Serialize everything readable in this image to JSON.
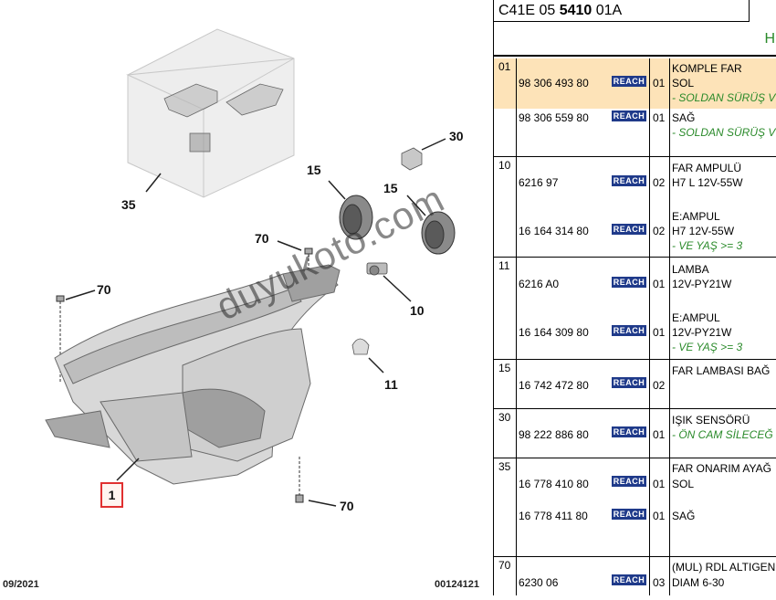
{
  "diagram": {
    "callouts": [
      "30",
      "15",
      "15",
      "35",
      "70",
      "70",
      "10",
      "11",
      "1",
      "70"
    ],
    "footer_left": "09/2021",
    "footer_right": "00124121",
    "watermark": "duyukoto.com"
  },
  "panel": {
    "doc_code_prefix": "C41E 05 ",
    "doc_code_bold": "5410",
    "doc_code_suffix": " 01A",
    "subheader": "H",
    "groups": [
      {
        "num": "01",
        "rows": [
          {
            "part": "98 306 493 80",
            "badge": "REACH",
            "qty": "01",
            "lines": [
              {
                "t": "KOMPLE FAR",
                "g": false
              },
              {
                "t": "SOL",
                "g": false
              },
              {
                "t": "- SOLDAN SÜRÜŞ V",
                "g": true
              }
            ]
          },
          {
            "part": "98 306 559 80",
            "badge": "REACH",
            "qty": "01",
            "lines": [
              {
                "t": "SAĞ",
                "g": false
              },
              {
                "t": "- SOLDAN SÜRÜŞ V",
                "g": true
              }
            ]
          }
        ]
      },
      {
        "num": "10",
        "rows": [
          {
            "part": "6216 97",
            "badge": "REACH",
            "qty": "02",
            "lines": [
              {
                "t": "FAR AMPULÜ",
                "g": false
              },
              {
                "t": "H7 L 12V-55W",
                "g": false
              }
            ]
          },
          {
            "part": "16 164 314 80",
            "badge": "REACH",
            "qty": "02",
            "lines": [
              {
                "t": "E:AMPUL",
                "g": false
              },
              {
                "t": "H7 12V-55W",
                "g": false
              },
              {
                "t": "- VE YAŞ >= 3",
                "g": true
              }
            ]
          }
        ]
      },
      {
        "num": "11",
        "rows": [
          {
            "part": "6216 A0",
            "badge": "REACH",
            "qty": "01",
            "lines": [
              {
                "t": "LAMBA",
                "g": false
              },
              {
                "t": "12V-PY21W",
                "g": false
              }
            ]
          },
          {
            "part": "16 164 309 80",
            "badge": "REACH",
            "qty": "01",
            "lines": [
              {
                "t": "E:AMPUL",
                "g": false
              },
              {
                "t": "12V-PY21W",
                "g": false
              },
              {
                "t": "- VE YAŞ >= 3",
                "g": true
              }
            ]
          }
        ]
      },
      {
        "num": "15",
        "rows": [
          {
            "part": "16 742 472 80",
            "badge": "REACH",
            "qty": "02",
            "lines": [
              {
                "t": "FAR LAMBASI BAĞ",
                "g": false
              }
            ]
          }
        ]
      },
      {
        "num": "30",
        "rows": [
          {
            "part": "98 222 886 80",
            "badge": "REACH",
            "qty": "01",
            "lines": [
              {
                "t": "IŞIK SENSÖRÜ",
                "g": false
              },
              {
                "t": "- ÖN CAM SİLECEĞ",
                "g": true
              }
            ]
          }
        ]
      },
      {
        "num": "35",
        "rows": [
          {
            "part": "16 778 410 80",
            "badge": "REACH",
            "qty": "01",
            "lines": [
              {
                "t": "FAR ONARIM AYAĞ",
                "g": false
              },
              {
                "t": "SOL",
                "g": false
              }
            ]
          },
          {
            "part": "16 778 411 80",
            "badge": "REACH",
            "qty": "01",
            "lines": [
              {
                "t": "SAĞ",
                "g": false
              }
            ]
          }
        ]
      },
      {
        "num": "70",
        "rows": [
          {
            "part": "6230 06",
            "badge": "REACH",
            "qty": "03",
            "lines": [
              {
                "t": "(MUL) RDL ALTIGEN",
                "g": false
              },
              {
                "t": "DIAM 6-30",
                "g": false
              }
            ]
          }
        ]
      }
    ]
  },
  "colors": {
    "highlight_row": "#fde3b8",
    "reach_badge": "#1f3a8a",
    "green_note": "#2a8a2a",
    "callout_box": "#e03030"
  }
}
